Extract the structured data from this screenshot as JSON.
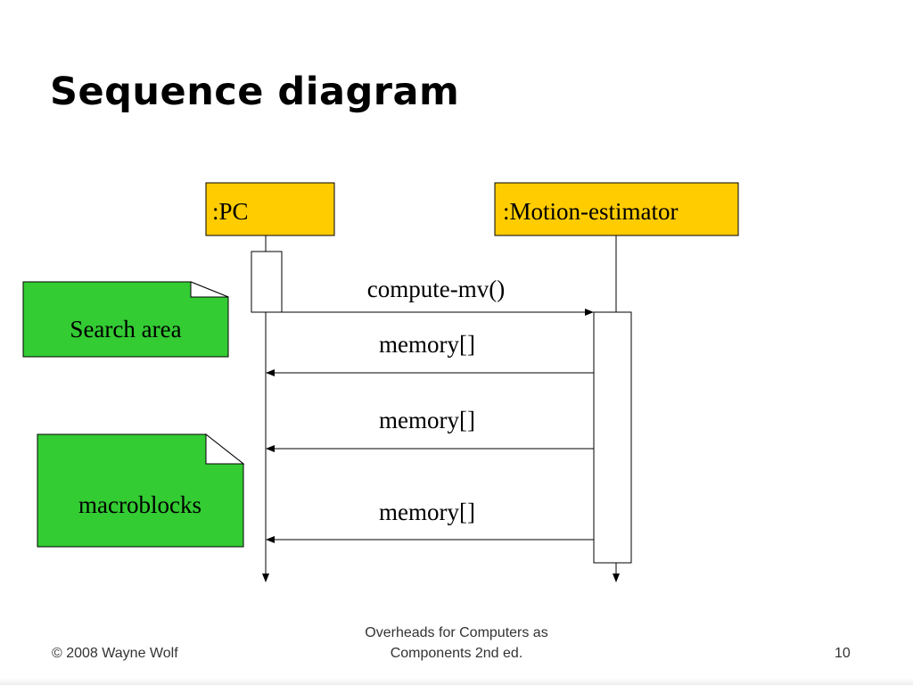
{
  "title": "Sequence diagram",
  "lifelines": [
    {
      "name": ":PC"
    },
    {
      "name": ":Motion-estimator"
    }
  ],
  "messages": [
    {
      "label": "compute-mv()",
      "from": ":PC",
      "to": ":Motion-estimator"
    },
    {
      "label": "memory[]",
      "from": ":Motion-estimator",
      "to": ":PC"
    },
    {
      "label": "memory[]",
      "from": ":Motion-estimator",
      "to": ":PC"
    },
    {
      "label": "memory[]",
      "from": ":Motion-estimator",
      "to": ":PC"
    }
  ],
  "notes": [
    {
      "label": "Search area"
    },
    {
      "label": "macroblocks"
    }
  ],
  "colors": {
    "object_fill": "#ffcc00",
    "note_fill": "#33cc33"
  },
  "footer": {
    "left": "© 2008 Wayne Wolf",
    "center_line1": "Overheads for Computers as",
    "center_line2": "Components 2nd ed.",
    "page_number": "10"
  }
}
